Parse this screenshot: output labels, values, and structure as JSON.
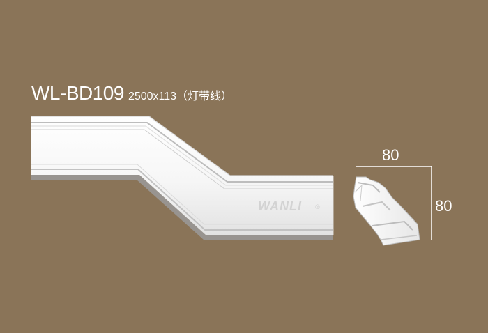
{
  "product": {
    "model": "WL-BD109",
    "spec": "2500x113（灯带线）"
  },
  "watermark": {
    "brand": "WANLI",
    "mark": "®"
  },
  "profile": {
    "width_label": "80",
    "height_label": "80"
  },
  "colors": {
    "background": "#8a7458",
    "molding": "#f4f4f4",
    "dimension_lines": "#ffffff"
  }
}
